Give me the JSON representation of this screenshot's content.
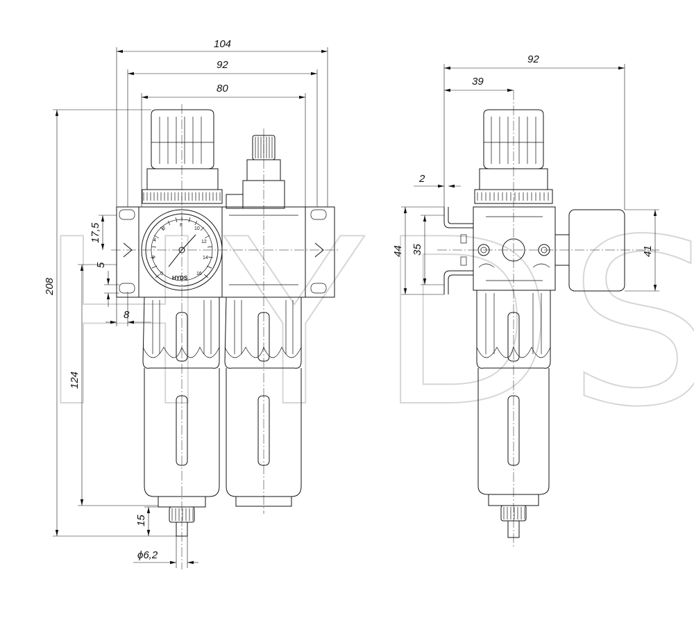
{
  "watermark": "HYDS",
  "gauge": {
    "brand": "HYDS",
    "scale": [
      "0",
      "2",
      "4",
      "6",
      "8",
      "10",
      "12",
      "14",
      "16"
    ]
  },
  "dimensions": {
    "front": {
      "width_overall": "104",
      "width_mount": "92",
      "width_body": "80",
      "height_overall": "208",
      "height_bowl": "124",
      "port_offset": "17,5",
      "slot": "5",
      "edge": "8",
      "drain": "15",
      "drain_dia": "ϕ6,2"
    },
    "side": {
      "depth_overall": "92",
      "depth_axis": "39",
      "bracket_thk": "2",
      "bracket_h": "44",
      "slot_h": "35",
      "gauge_dia": "41"
    }
  }
}
